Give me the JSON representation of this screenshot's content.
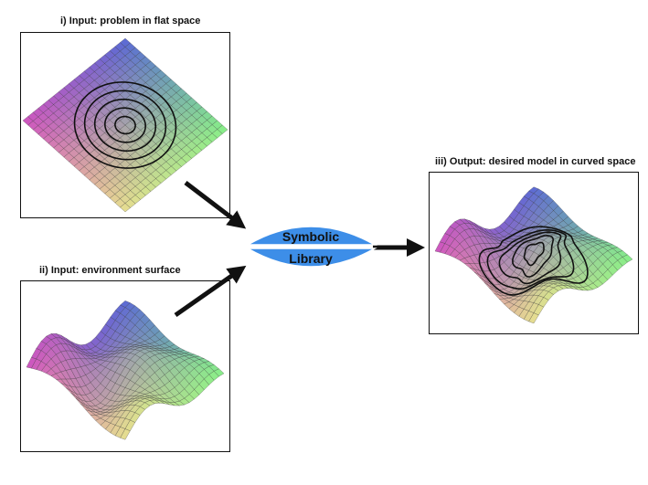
{
  "panels": {
    "flat": {
      "title": "i) Input: problem in flat space"
    },
    "surface": {
      "title": "ii) Input: environment surface"
    },
    "output": {
      "title": "iii) Output: desired model in curved space"
    }
  },
  "library": {
    "line1": "Symbolic",
    "line2": "Library"
  },
  "colors": {
    "accent_blue": "#3d8ee8",
    "magenta": "#d055c0",
    "green": "#88f088",
    "blue": "#5a6ad6",
    "yellow": "#e8e090",
    "ink": "#111111"
  }
}
